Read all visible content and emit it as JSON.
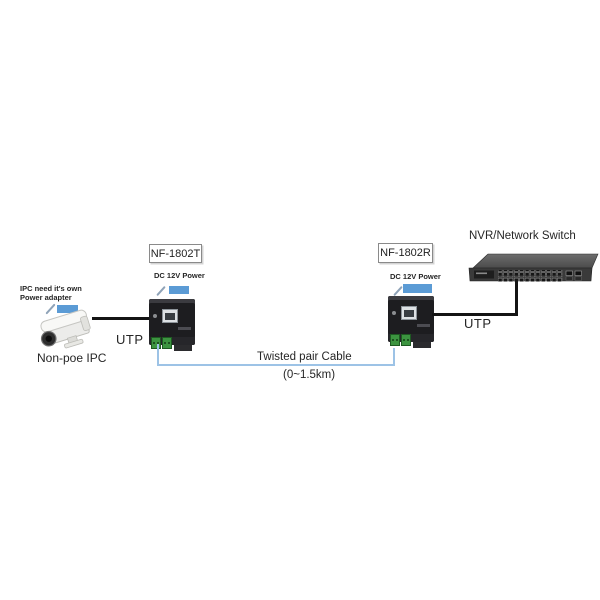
{
  "diagram": {
    "camera": {
      "note_line1": "IPC need it's own",
      "note_line2": "Power adapter",
      "label": "Non-poe IPC"
    },
    "transmitter": {
      "model": "NF-1802T",
      "power_label": "DC 12V Power"
    },
    "receiver": {
      "model": "NF-1802R",
      "power_label": "DC 12V Power"
    },
    "nvr_switch": {
      "label": "NVR/Network Switch"
    },
    "cables": {
      "camera_to_transmitter": "UTP",
      "receiver_to_switch": "UTP",
      "twisted_pair_label": "Twisted pair Cable",
      "twisted_pair_distance": "(0~1.5km)"
    },
    "colors": {
      "highlight_blue": "#5B9BD5",
      "twisted_pair_blue": "#9DC3E6",
      "utp_black": "#141414"
    }
  }
}
